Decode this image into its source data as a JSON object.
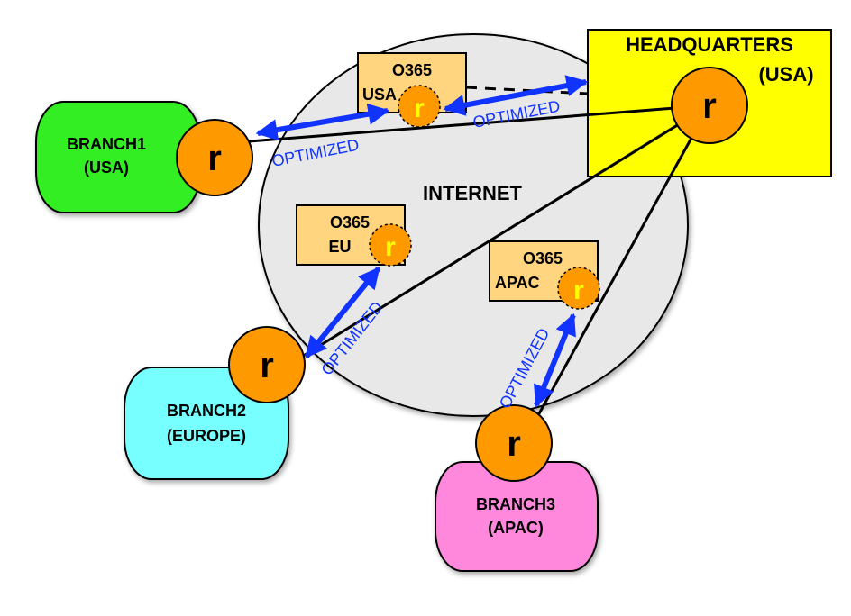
{
  "internet": {
    "label": "INTERNET",
    "color": "#e8e8e8"
  },
  "headquarters": {
    "line1": "HEADQUARTERS",
    "line2": "(USA)",
    "color": "#ffff00"
  },
  "branches": [
    {
      "line1": "BRANCH1",
      "line2": "(USA)",
      "color": "#33ee22"
    },
    {
      "line1": "BRANCH2",
      "line2": "(EUROPE)",
      "color": "#77ffff"
    },
    {
      "line1": "BRANCH3",
      "line2": "(APAC)",
      "color": "#ff88dd"
    }
  ],
  "o365": [
    {
      "line1": "O365",
      "line2": "USA"
    },
    {
      "line1": "O365",
      "line2": "EU"
    },
    {
      "line1": "O365",
      "line2": "APAC"
    }
  ],
  "router_label": "r",
  "link_label": "OPTIMIZED",
  "colors": {
    "router": "#ff9900",
    "o365_box": "#ffd580",
    "arrow": "#1133ff"
  }
}
